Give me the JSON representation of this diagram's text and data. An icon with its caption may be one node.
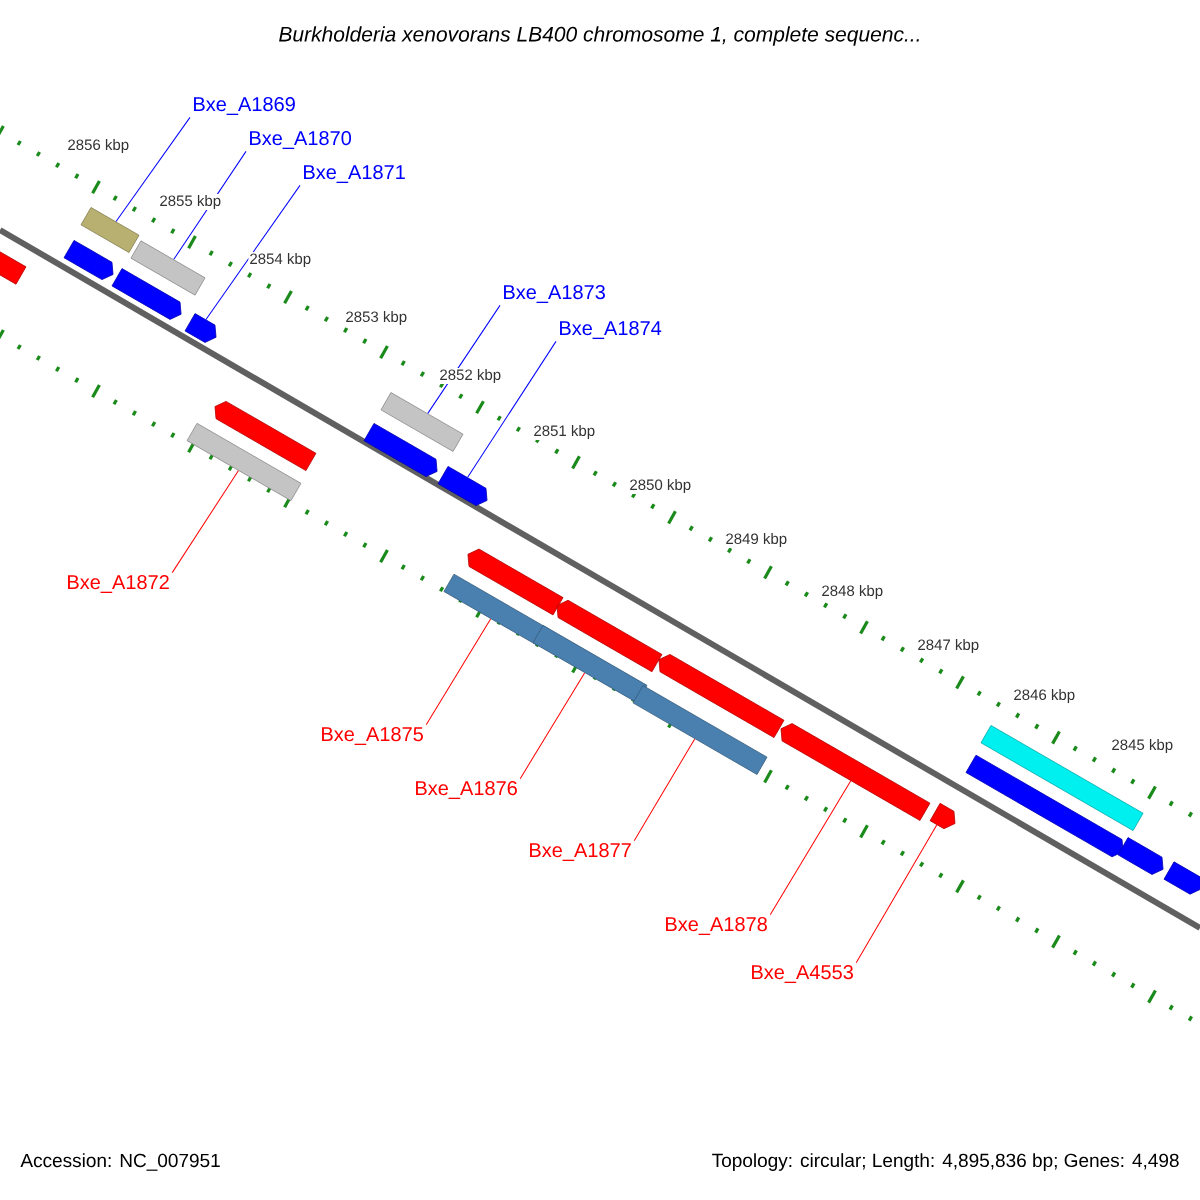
{
  "diagram": {
    "title": "Burkholderia xenovorans LB400 chromosome 1, complete sequenc...",
    "nodes": [
      {
        "text": [
          "Bxe_A1869"
        ]
      },
      {
        "text": [
          "Bxe_A1870"
        ]
      },
      {
        "text": [
          "Bxe_A1871"
        ]
      },
      {
        "text": [
          "Bxe_A1873"
        ]
      },
      {
        "text": [
          "Bxe_A1874"
        ]
      },
      {
        "text": [
          "Bxe_A1872"
        ]
      },
      {
        "text": [
          "Bxe_A1875"
        ]
      },
      {
        "text": [
          "Bxe_A1876"
        ]
      },
      {
        "text": [
          "Bxe_A1877"
        ]
      },
      {
        "text": [
          "Bxe_A1878"
        ]
      },
      {
        "text": [
          "Bxe_A4553"
        ]
      },
      {
        "text": [],
        "shape": "bar"
      },
      {
        "text": [],
        "shape": "bar"
      },
      {
        "text": [],
        "shape": "bar"
      },
      {
        "text": [],
        "shape": "bar"
      },
      {
        "text": [],
        "shape": "bar"
      },
      {
        "text": [],
        "shape": "bar"
      },
      {
        "text": [],
        "shape": "bar"
      },
      {
        "text": [],
        "shape": "bar"
      },
      {
        "text": [],
        "shape": "bar"
      },
      {
        "text": [],
        "shape": "bar"
      },
      {
        "text": [],
        "shape": "bar"
      },
      {
        "text": [],
        "shape": "bar"
      },
      {
        "text": [],
        "shape": "bar"
      },
      {
        "text": [],
        "shape": "bar"
      },
      {
        "text": [],
        "shape": "bar"
      },
      {
        "text": [],
        "shape": "bar"
      },
      {
        "text": [],
        "shape": "bar"
      },
      {
        "text": [],
        "shape": "bar"
      },
      {
        "text": [],
        "shape": "bar"
      },
      {
        "text": [],
        "shape": "bar"
      },
      {
        "text": [],
        "shape": "bar"
      },
      {
        "text": [],
        "shape": "bar"
      },
      {
        "text": [],
        "shape": "bar"
      }
    ],
    "edges": [
      {
        "from": 0,
        "to": 13,
        "arrow": "none",
        "color": "#0000ff"
      },
      {
        "from": 1,
        "to": 14,
        "arrow": "none",
        "color": "#0000ff"
      },
      {
        "from": 2,
        "to": 16,
        "arrow": "none",
        "color": "#0000ff"
      },
      {
        "from": 3,
        "to": 19,
        "arrow": "none",
        "color": "#0000ff"
      },
      {
        "from": 4,
        "to": 21,
        "arrow": "none",
        "color": "#0000ff"
      },
      {
        "from": 5,
        "to": 18,
        "arrow": "none",
        "color": "#ff0000"
      },
      {
        "from": 6,
        "to": 23,
        "arrow": "none",
        "color": "#ff0000"
      },
      {
        "from": 7,
        "to": 25,
        "arrow": "none",
        "color": "#ff0000"
      },
      {
        "from": 8,
        "to": 27,
        "arrow": "none",
        "color": "#ff0000"
      },
      {
        "from": 9,
        "to": 28,
        "arrow": "none",
        "color": "#ff0000"
      },
      {
        "from": 10,
        "to": 29,
        "arrow": "none",
        "color": "#ff0000"
      }
    ],
    "labels": [
      "2856 kbp",
      "2855 kbp",
      "2854 kbp",
      "2853 kbp",
      "2852 kbp",
      "2851 kbp",
      "2850 kbp",
      "2849 kbp",
      "2848 kbp",
      "2847 kbp",
      "2846 kbp",
      "2845 kbp",
      "Accession: NC_007951",
      "Topology: circular; Length: 4,895,836 bp; Genes: 4,498"
    ]
  }
}
